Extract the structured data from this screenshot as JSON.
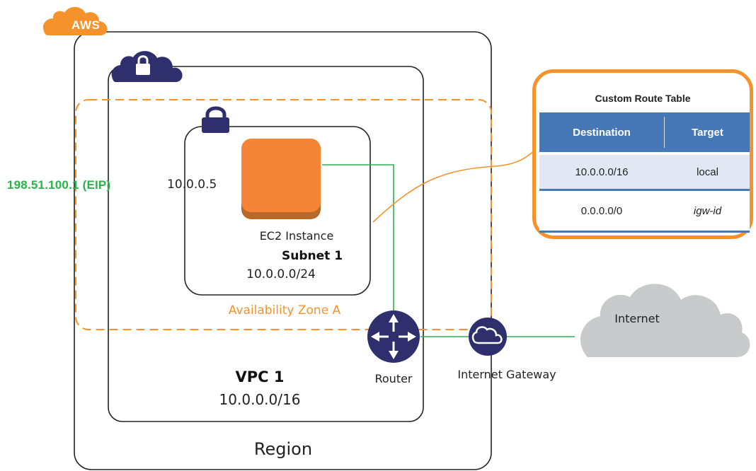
{
  "badge": {
    "aws": "AWS"
  },
  "labels": {
    "eip": "198.51.100.1 (EIP)",
    "private_ip": "10.0.0.5",
    "ec2": "EC2 Instance",
    "subnet_name": "Subnet 1",
    "subnet_cidr": "10.0.0.0/24",
    "availability_zone": "Availability Zone A",
    "router": "Router",
    "internet_gateway": "Internet Gateway",
    "internet": "Internet",
    "vpc_name": "VPC 1",
    "vpc_cidr": "10.0.0.0/16",
    "region": "Region"
  },
  "route_table": {
    "title": "Custom Route Table",
    "headers": {
      "destination": "Destination",
      "target": "Target"
    },
    "rows": [
      {
        "destination": "10.0.0.0/16",
        "target": "local"
      },
      {
        "destination": "0.0.0.0/0",
        "target": "igw-id"
      }
    ]
  },
  "colors": {
    "aws_orange": "#f5922b",
    "ec2_orange": "#f58536",
    "navy": "#2e2f6c",
    "connection_green": "#2bb24c",
    "table_header_blue": "#4678b8",
    "cloud_gray": "#c9cacc"
  }
}
